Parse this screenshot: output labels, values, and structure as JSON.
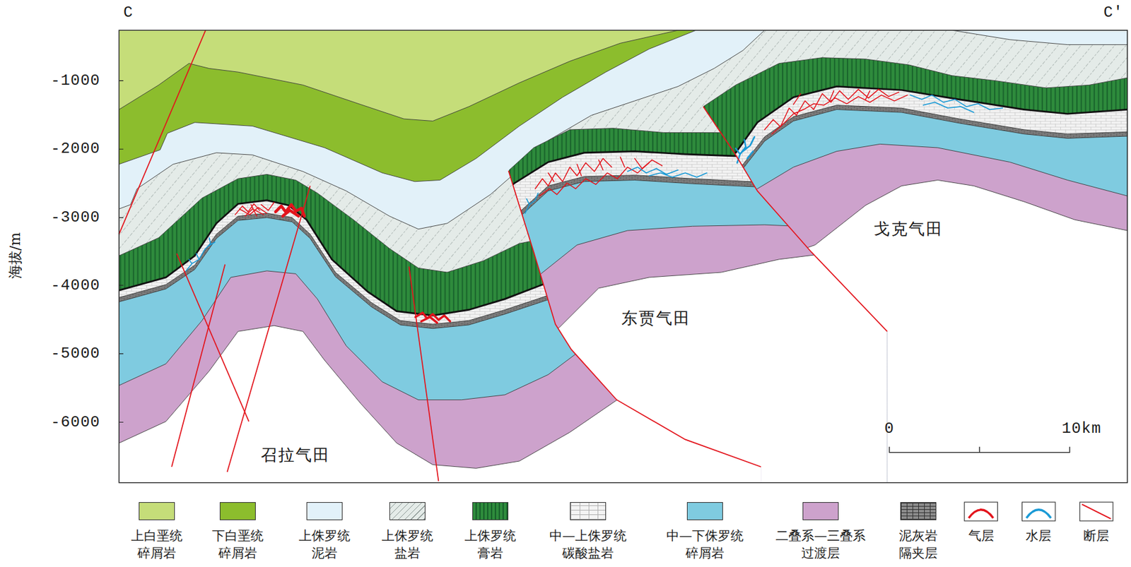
{
  "diagram": {
    "labels": [
      "C",
      "C′",
      "-1000",
      "-2000",
      "-3000",
      "-4000",
      "-5000",
      "-6000",
      "海拔/m",
      "召拉气田",
      "东贾气田",
      "戈克气田",
      "0",
      "10km"
    ],
    "legend": [
      {
        "text": "上白垩统 碎屑岩",
        "color": "#c5dd79"
      },
      {
        "text": "下白垩统 碎屑岩",
        "color": "#8cbd2d"
      },
      {
        "text": "上侏罗统 泥岩",
        "color": "#e2f1f9"
      },
      {
        "text": "上侏罗统 盐岩",
        "color": "#e4ebe8"
      },
      {
        "text": "上侏罗统 膏岩",
        "color": "#2e8b3c"
      },
      {
        "text": "中—上侏罗统 碳酸盐岩",
        "color": "#f4f4f4"
      },
      {
        "text": "中—下侏罗统 碎屑岩",
        "color": "#7fcbe0"
      },
      {
        "text": "二叠系—三叠系 过渡层",
        "color": "#cda2cc"
      },
      {
        "text": "泥灰岩 隔夹层",
        "color": "#8c8c8c"
      },
      {
        "text": "气层"
      },
      {
        "text": "水层"
      },
      {
        "text": "断层"
      }
    ]
  }
}
